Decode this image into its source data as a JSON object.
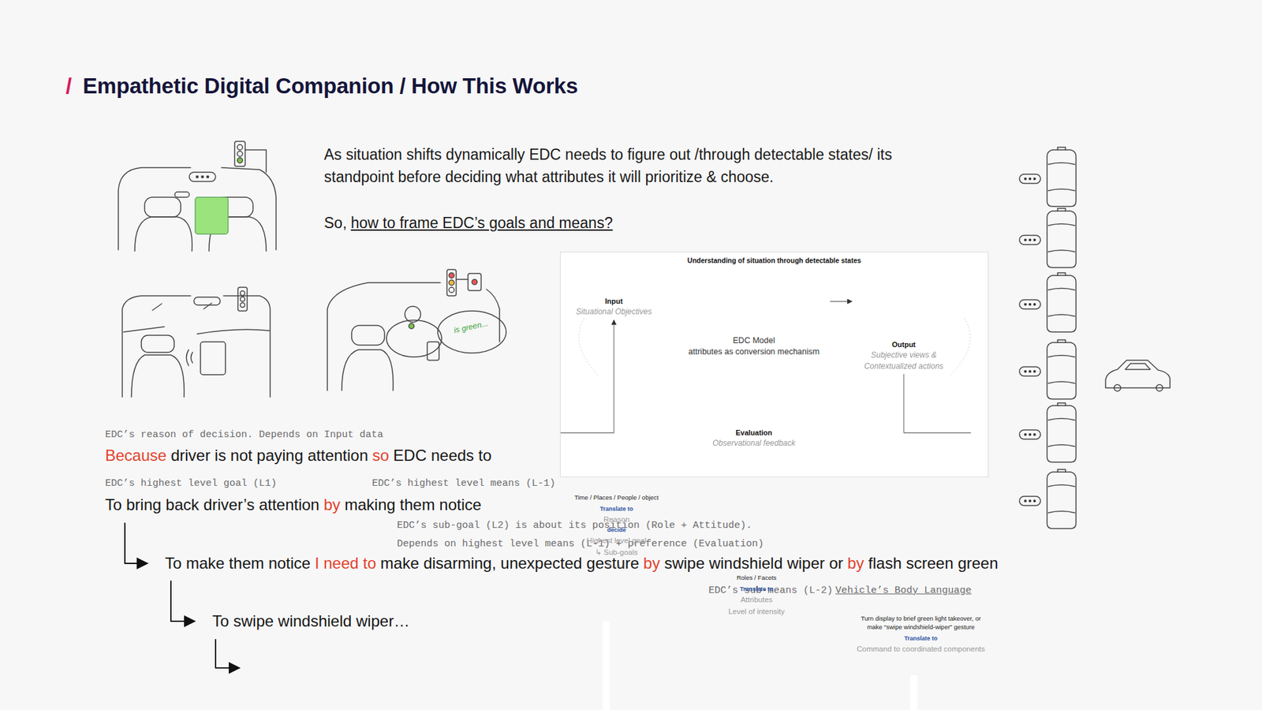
{
  "diagram": {
    "title": "Empathetic Digital Companion / How This Works",
    "nodes": [
      {
        "text": [
          "Understanding of situation through detectable states"
        ]
      },
      {
        "text": [
          "Input",
          "Situational Objectives"
        ],
        "in": 0
      },
      {
        "text": [
          "EDC Model",
          "attributes as conversion mechanism"
        ],
        "in": 0
      },
      {
        "text": [
          "Output",
          "Subjective views & Contextualized actions"
        ],
        "in": 0
      },
      {
        "text": [
          "Evaluation",
          "Observational feedback"
        ],
        "in": 0
      },
      {
        "text": [
          "Time / Places / People / object",
          "Translate to",
          "Reason",
          "decide",
          "Highest level goal",
          "↳ Sub-goals",
          "↳ ......"
        ],
        "in": 0
      },
      {
        "text": [
          "Roles / Facets",
          "Translate to",
          "Attributes",
          "Level of intensity"
        ],
        "in": 0
      },
      {
        "text": [
          "Turn display to brief green light takeover, or make “swipe windshield-wiper” gesture",
          "Translate to",
          "Command to coordinated components"
        ],
        "in": 0
      }
    ],
    "edges": [
      {
        "from": 1,
        "to": 3,
        "arrow": "to"
      },
      {
        "from": 3,
        "to": 4,
        "arrow": "none"
      },
      {
        "from": 4,
        "to": 1,
        "arrow": "to"
      },
      {
        "from": 5,
        "to": 6,
        "arrow": "to",
        "label": "Decide"
      },
      {
        "from": 6,
        "to": 7,
        "arrow": "to",
        "label": "Decide"
      }
    ],
    "labels": [
      "/",
      "As situation shifts dynamically EDC needs to figure out /through detectable states/ its standpoint before deciding what attributes it will prioritize & choose.",
      "So,",
      "how to frame EDC’s goals and means?",
      "EDC’s reason of decision. Depends on Input data",
      "Because",
      "driver is not paying attention",
      "so",
      "EDC needs to",
      "EDC’s highest level goal (L1)",
      "EDC’s highest level means (L-1)",
      "To bring back driver’s attention",
      "by",
      "making them notice",
      "EDC’s sub-goal (L2) is about its position (Role + Attitude).",
      "Depends on highest level means (L-1) + preference (Evaluation)",
      "To make them notice",
      "I need to",
      "make disarming, unexpected gesture",
      "by",
      "swipe windshield wiper or",
      "by",
      "flash screen green",
      "EDC’s sub-means (L-2)",
      "Vehicle’s Body Language",
      "To swipe windshield wiper…",
      "is green..."
    ]
  }
}
